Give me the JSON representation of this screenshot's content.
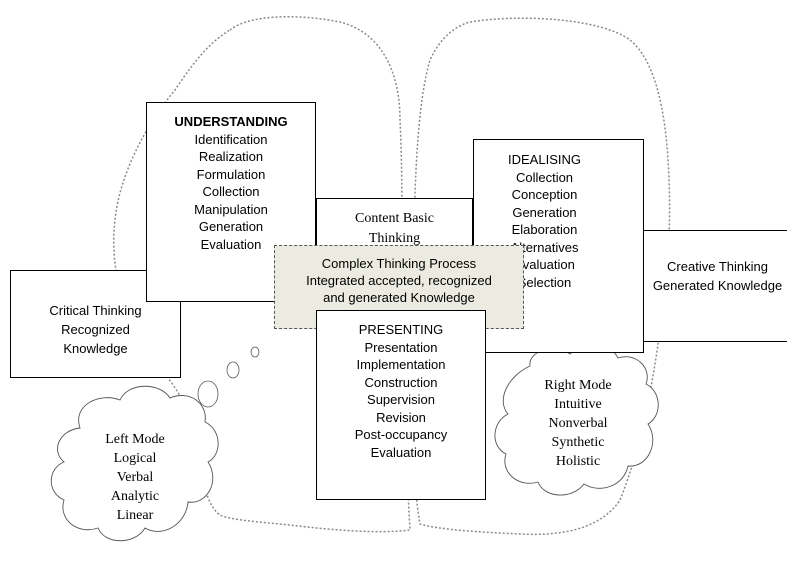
{
  "understanding": {
    "title": "UNDERSTANDING",
    "items": [
      "Identification",
      "Realization",
      "Formulation",
      "Collection",
      "Manipulation",
      "Generation",
      "Evaluation"
    ]
  },
  "content_basic": {
    "lines": [
      "Content Basic",
      "Thinking"
    ]
  },
  "idealising": {
    "title": "IDEALISING",
    "items": [
      "Collection",
      "Conception",
      "Generation",
      "Elaboration",
      "Alternatives",
      "Evaluation",
      "Selection"
    ]
  },
  "critical": {
    "lines": [
      "Critical Thinking",
      "Recognized",
      "Knowledge"
    ]
  },
  "creative": {
    "lines": [
      "Creative Thinking",
      "Generated Knowledge"
    ]
  },
  "complex": {
    "lines": [
      "Complex Thinking Process",
      "Integrated accepted, recognized",
      "and generated Knowledge"
    ]
  },
  "presenting": {
    "title": "PRESENTING",
    "items": [
      "Presentation",
      "Implementation",
      "Construction",
      "Supervision",
      "Revision",
      "Post-occupancy",
      "Evaluation"
    ]
  },
  "left_mode": {
    "lines": [
      "Left Mode",
      "Logical",
      "Verbal",
      "Analytic",
      "Linear"
    ]
  },
  "right_mode": {
    "lines": [
      "Right Mode",
      "Intuitive",
      "Nonverbal",
      "Synthetic",
      "Holistic"
    ]
  }
}
